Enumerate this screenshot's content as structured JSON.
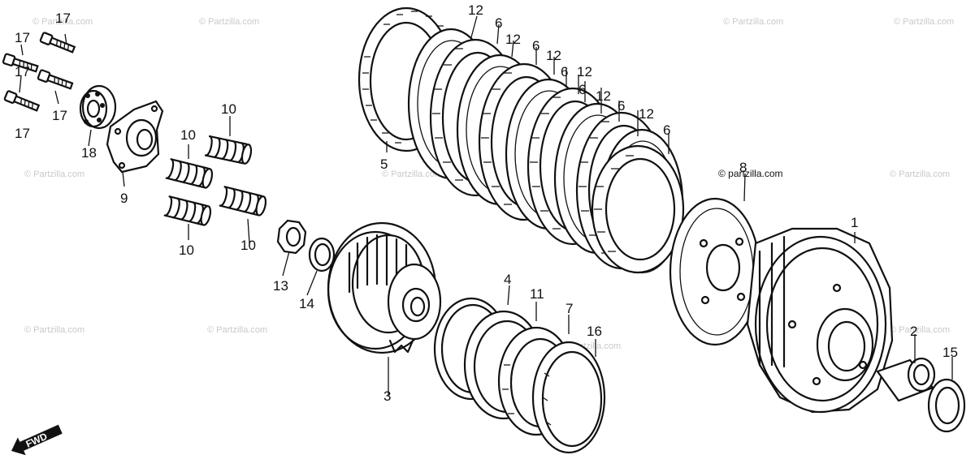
{
  "diagram": {
    "watermark_text": "© Partzilla.com",
    "watermark_near_8": "© partzilla.com",
    "fwd_label": "FWD",
    "part_labels": {
      "p1": "1",
      "p2": "2",
      "p3": "3",
      "p4": "4",
      "p5": "5",
      "p6a": "6",
      "p6b": "6",
      "p6c": "6",
      "p6d": "6",
      "p6e": "6",
      "p6f": "6",
      "p7": "7",
      "p8": "8",
      "p9": "9",
      "p10a": "10",
      "p10b": "10",
      "p10c": "10",
      "p10d": "10",
      "p11": "11",
      "p12a": "12",
      "p12b": "12",
      "p12c": "12",
      "p12d": "12",
      "p12e": "12",
      "p12f": "12",
      "p13": "13",
      "p14": "14",
      "p15": "15",
      "p16": "16",
      "p17a": "17",
      "p17b": "17",
      "p17c": "17",
      "p17d": "17",
      "p18": "18"
    }
  }
}
